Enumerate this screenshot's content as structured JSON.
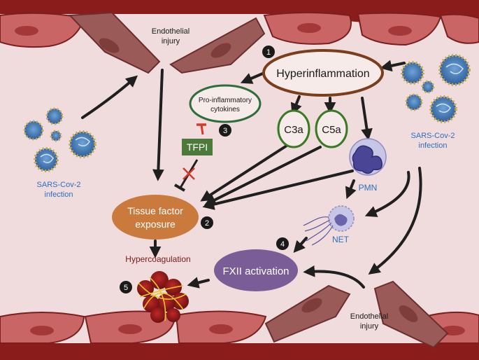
{
  "labels": {
    "endothelial_top_line1": "Endothelial",
    "endothelial_top_line2": "injury",
    "hyperinflammation": "Hyperinflammation",
    "proinflammatory_line1": "Pro-inflammatory",
    "proinflammatory_line2": "cytokines",
    "c3a": "C3a",
    "c5a": "C5a",
    "tfpi": "TFPI",
    "sars_left_line1": "SARS-Cov-2",
    "sars_left_line2": "infection",
    "sars_right_line1": "SARS-Cov-2",
    "sars_right_line2": "infection",
    "pmn": "PMN",
    "net": "NET",
    "tissue_factor_line1": "Tissue factor",
    "tissue_factor_line2": "exposure",
    "hypercoagulation": "Hypercoagulation",
    "fxii_activation": "FXII activation",
    "endothelial_bottom_line1": "Endothelial",
    "endothelial_bottom_line2": "injury"
  },
  "steps": [
    "1",
    "2",
    "3",
    "4",
    "5"
  ],
  "colors": {
    "background": "#f0dcdc",
    "vessel_wall": "#8a1c1c",
    "endothelial_cell": "#c96565",
    "injured_cell": "#9a5a58",
    "hyperinflammation_ring": "#7a3e1d",
    "cytokine_ring": "#2e6e3a",
    "complement_ring": "#3a7a24",
    "tfpi_box": "#4d7a3a",
    "tissue_factor": "#c97a3c",
    "fxii": "#7a5d97",
    "sars_label": "#2d6fc0",
    "inhibitor": "#d23a2a",
    "neutrophil": "#6b64a8",
    "clot": "#a82020",
    "fibrin": "#e8c72a"
  },
  "icons": [
    "virus-icon",
    "neutrophil-icon",
    "net-icon",
    "clot-icon",
    "endothelial-cell-icon",
    "inhibition-cross-icon"
  ]
}
